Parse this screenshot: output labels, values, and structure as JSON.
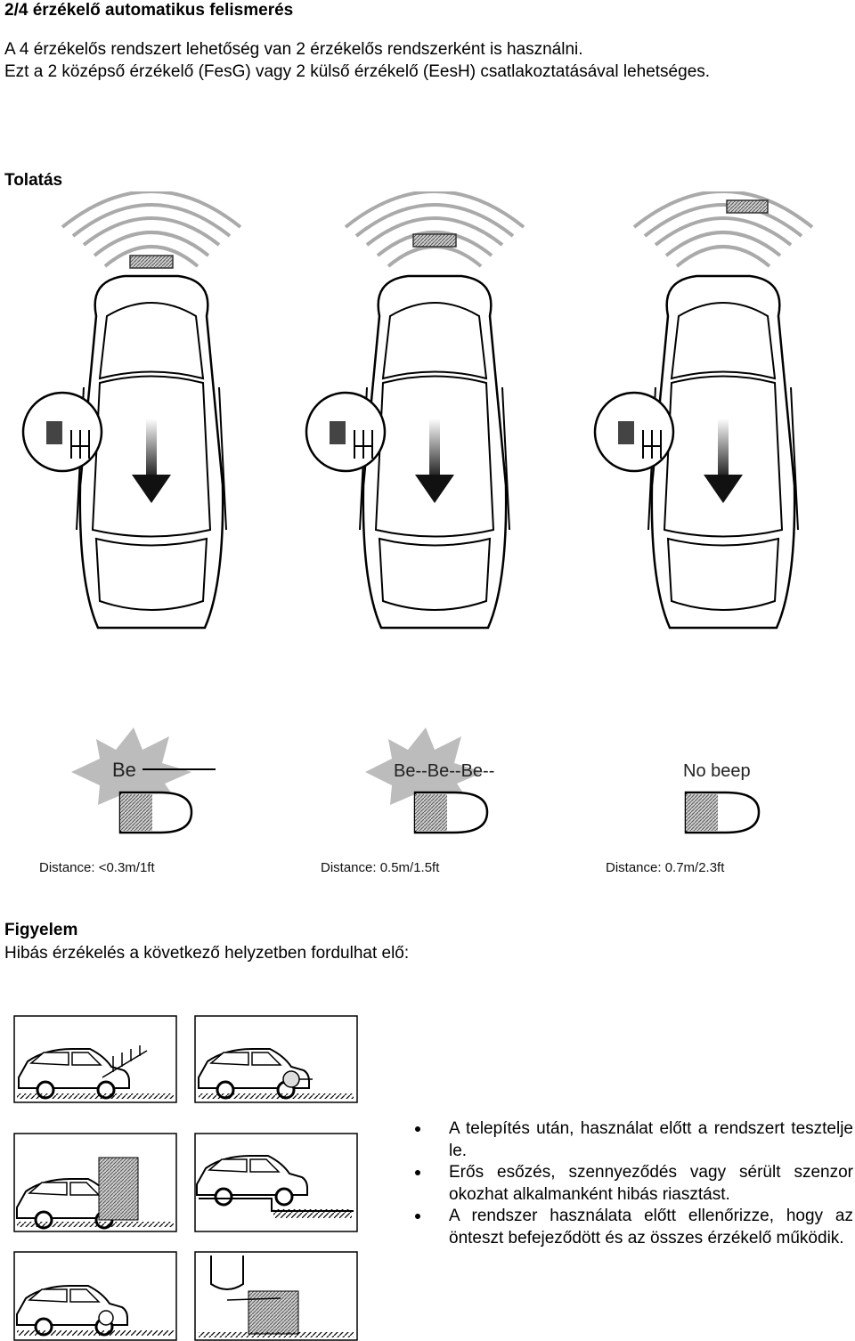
{
  "page": {
    "title": "2/4 érzékelő automatikus felismerés",
    "intro_line1": "A 4 érzékelős rendszert lehetőség van 2 érzékelős rendszerként is használni.",
    "intro_line2": "Ezt a 2 középső érzékelő (FesG) vagy 2 külső érzékelő (EesH) csatlakoztatásával lehetséges.",
    "section_title": "Tolatás"
  },
  "reverse_panels": [
    {
      "sound": "Be",
      "distance": "Distance: <0.3m/1ft"
    },
    {
      "sound": "Be--Be--Be--",
      "distance": "Distance: 0.5m/1.5ft"
    },
    {
      "sound": "No beep",
      "distance": "Distance: 0.7m/2.3ft"
    }
  ],
  "warning": {
    "heading": "Figyelem",
    "text": "Hibás érzékelés a következő helyzetben fordulhat elő:",
    "bullets": [
      "A telepítés után, használat előtt a rendszert tesztelje le.",
      "Erős esőzés, szennyeződés vagy sérült szenzor okozhat alkalmanként hibás riasztást.",
      "A rendszer használata előtt ellenőrizze, hogy az önteszt befejeződött és az összes érzékelő működik."
    ]
  }
}
